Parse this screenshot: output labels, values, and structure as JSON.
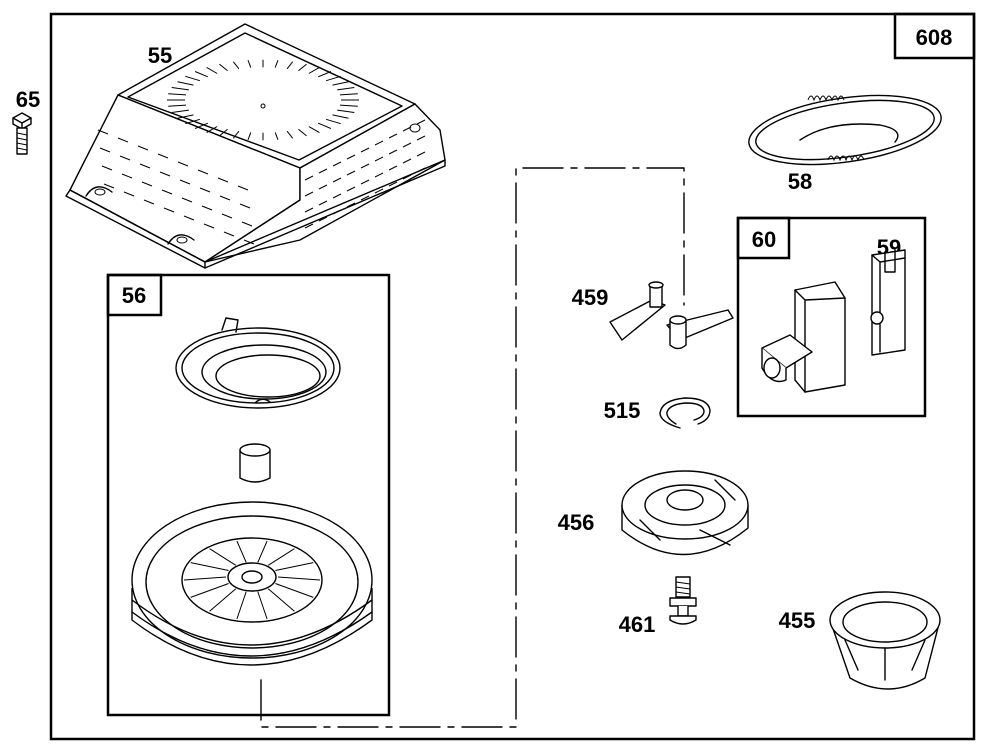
{
  "diagram": {
    "labels": {
      "l608": "608",
      "l65": "65",
      "l55": "55",
      "l58": "58",
      "l56": "56",
      "l60": "60",
      "l59": "59",
      "l459": "459",
      "l515": "515",
      "l456": "456",
      "l461": "461",
      "l455": "455"
    }
  }
}
